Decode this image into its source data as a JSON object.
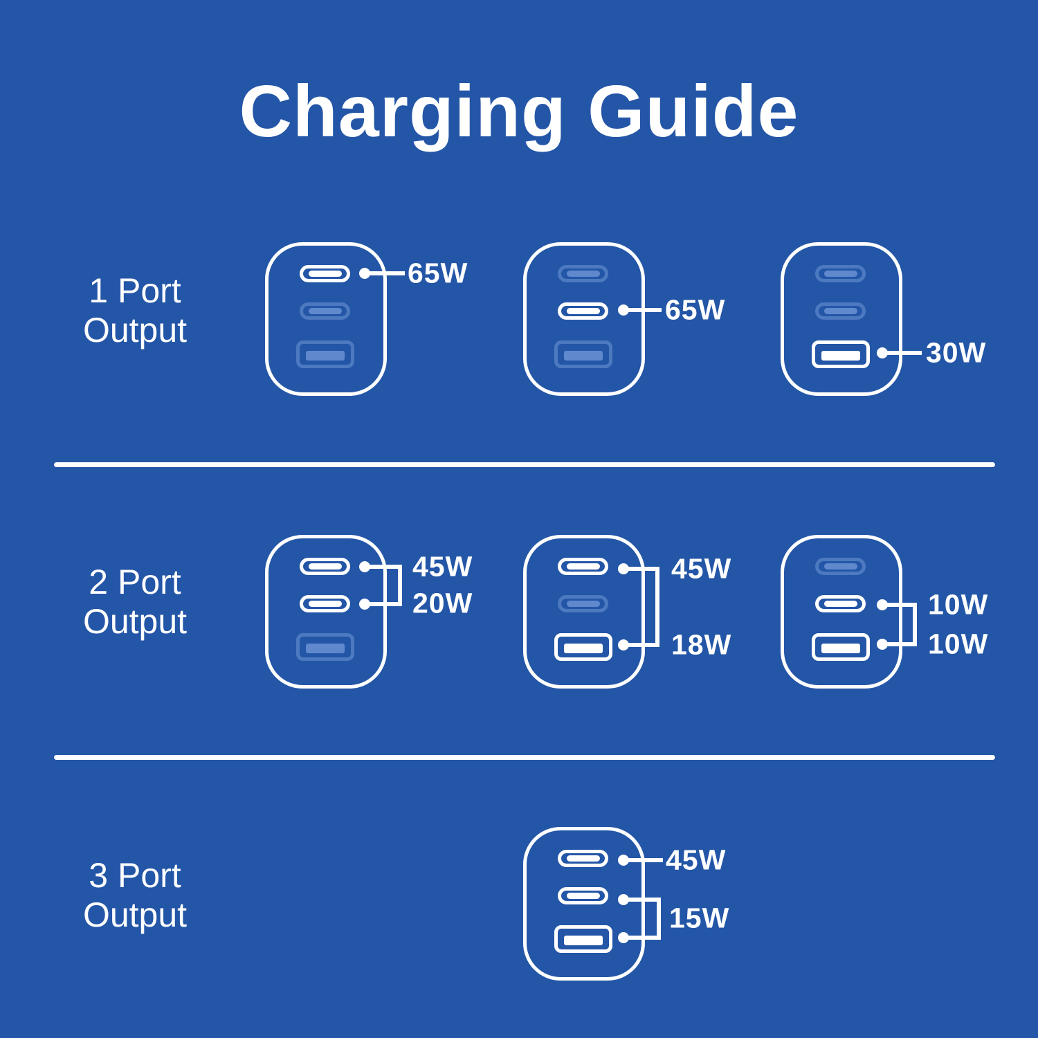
{
  "title": "Charging Guide",
  "colors": {
    "background": "#2456a7",
    "foreground": "#ffffff",
    "inactive_outline": "#4d79c0",
    "inactive_bar": "#6089cd"
  },
  "rows": [
    {
      "label": [
        "1 Port",
        "Output"
      ],
      "chargers": [
        {
          "ports": [
            {
              "type": "USB-C",
              "active": true,
              "watt": "65W"
            },
            {
              "type": "USB-C",
              "active": false
            },
            {
              "type": "USB-A",
              "active": false
            }
          ]
        },
        {
          "ports": [
            {
              "type": "USB-C",
              "active": false
            },
            {
              "type": "USB-C",
              "active": true,
              "watt": "65W"
            },
            {
              "type": "USB-A",
              "active": false
            }
          ]
        },
        {
          "ports": [
            {
              "type": "USB-C",
              "active": false
            },
            {
              "type": "USB-C",
              "active": false
            },
            {
              "type": "USB-A",
              "active": true,
              "watt": "30W"
            }
          ]
        }
      ]
    },
    {
      "label": [
        "2 Port",
        "Output"
      ],
      "chargers": [
        {
          "ports": [
            {
              "type": "USB-C",
              "active": true,
              "watt": "45W"
            },
            {
              "type": "USB-C",
              "active": true,
              "watt": "20W"
            },
            {
              "type": "USB-A",
              "active": false
            }
          ]
        },
        {
          "ports": [
            {
              "type": "USB-C",
              "active": true,
              "watt": "45W"
            },
            {
              "type": "USB-C",
              "active": false
            },
            {
              "type": "USB-A",
              "active": true,
              "watt": "18W"
            }
          ]
        },
        {
          "ports": [
            {
              "type": "USB-C",
              "active": false
            },
            {
              "type": "USB-C",
              "active": true,
              "watt": "10W"
            },
            {
              "type": "USB-A",
              "active": true,
              "watt": "10W"
            }
          ]
        }
      ]
    },
    {
      "label": [
        "3 Port",
        "Output"
      ],
      "chargers": [
        {
          "ports": [
            {
              "type": "USB-C",
              "active": true,
              "watt": "45W"
            },
            {
              "type": "USB-C",
              "active": true
            },
            {
              "type": "USB-A",
              "active": true
            }
          ],
          "watt_shared": "15W"
        }
      ]
    }
  ]
}
